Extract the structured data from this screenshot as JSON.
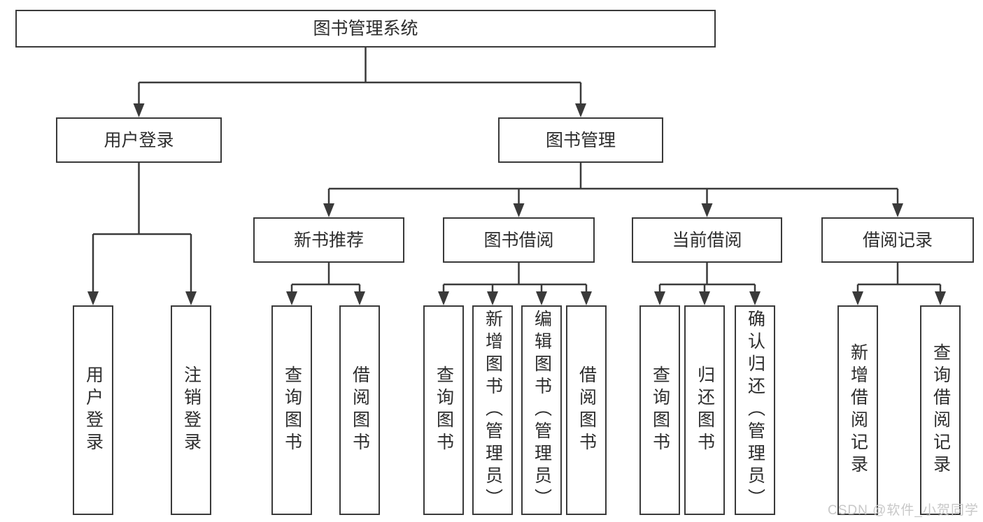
{
  "diagram": {
    "title": "图书管理系统",
    "root": {
      "label": "图书管理系统"
    },
    "level2": {
      "user_login": {
        "label": "用户登录"
      },
      "book_mgmt": {
        "label": "图书管理"
      }
    },
    "level3": {
      "new_books": {
        "label": "新书推荐"
      },
      "borrowing": {
        "label": "图书借阅"
      },
      "current": {
        "label": "当前借阅"
      },
      "records": {
        "label": "借阅记录"
      }
    },
    "leaves": {
      "user_login": [
        "用户登录",
        "注销登录"
      ],
      "new_books": [
        "查询图书",
        "借阅图书"
      ],
      "borrowing": [
        "查询图书",
        "新增图书（管理员）",
        "编辑图书（管理员）",
        "借阅图书"
      ],
      "current": [
        "查询图书",
        "归还图书",
        "确认归还（管理员）"
      ],
      "records": [
        "新增借阅记录",
        "查询借阅记录"
      ]
    }
  },
  "watermark": {
    "text": "CSDN @软件_小贺同学",
    "color": "#c8c8c8"
  },
  "colors": {
    "line": "#3a3a3a",
    "text": "#2d2d2d",
    "box_bg": "#ffffff"
  }
}
